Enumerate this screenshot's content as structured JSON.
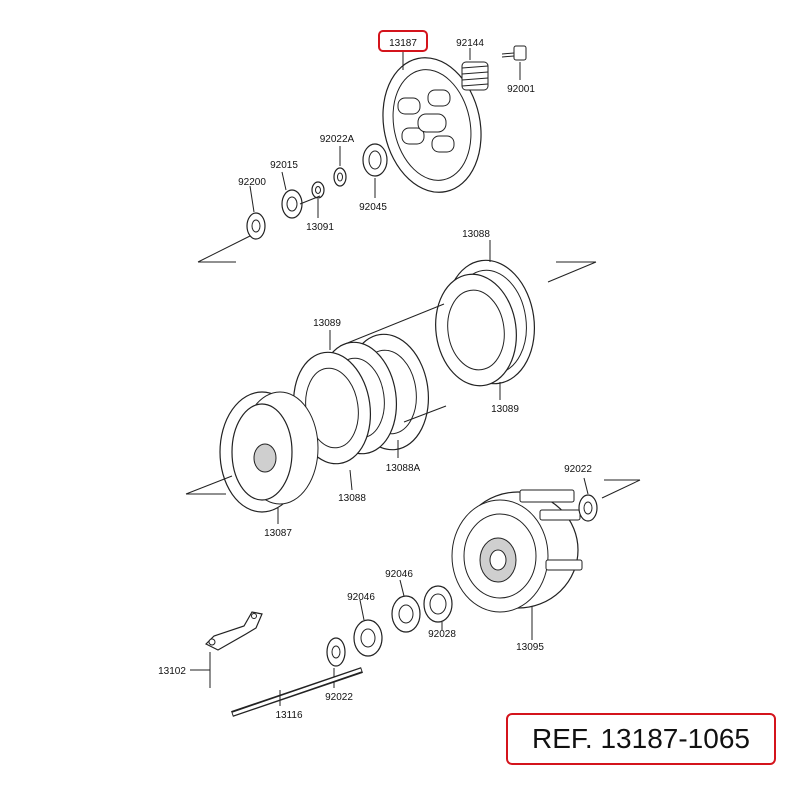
{
  "parts": {
    "p13187": "13187",
    "p92144": "92144",
    "p92001": "92001",
    "p92022A": "92022A",
    "p92015": "92015",
    "p92200": "92200",
    "p92045": "92045",
    "p13091": "13091",
    "p13088_top": "13088",
    "p13089_left": "13089",
    "p13089_right": "13089",
    "p13088A": "13088A",
    "p13088_bottom": "13088",
    "p13087": "13087",
    "p92022_right": "92022",
    "p92046_a": "92046",
    "p92046_b": "92046",
    "p92028": "92028",
    "p13095": "13095",
    "p13102": "13102",
    "p92022_bottom": "92022",
    "p13116": "13116"
  },
  "highlight_part": "13187",
  "reference": "REF. 13187-1065",
  "colors": {
    "highlight": "#d4141c",
    "line": "#222222"
  }
}
